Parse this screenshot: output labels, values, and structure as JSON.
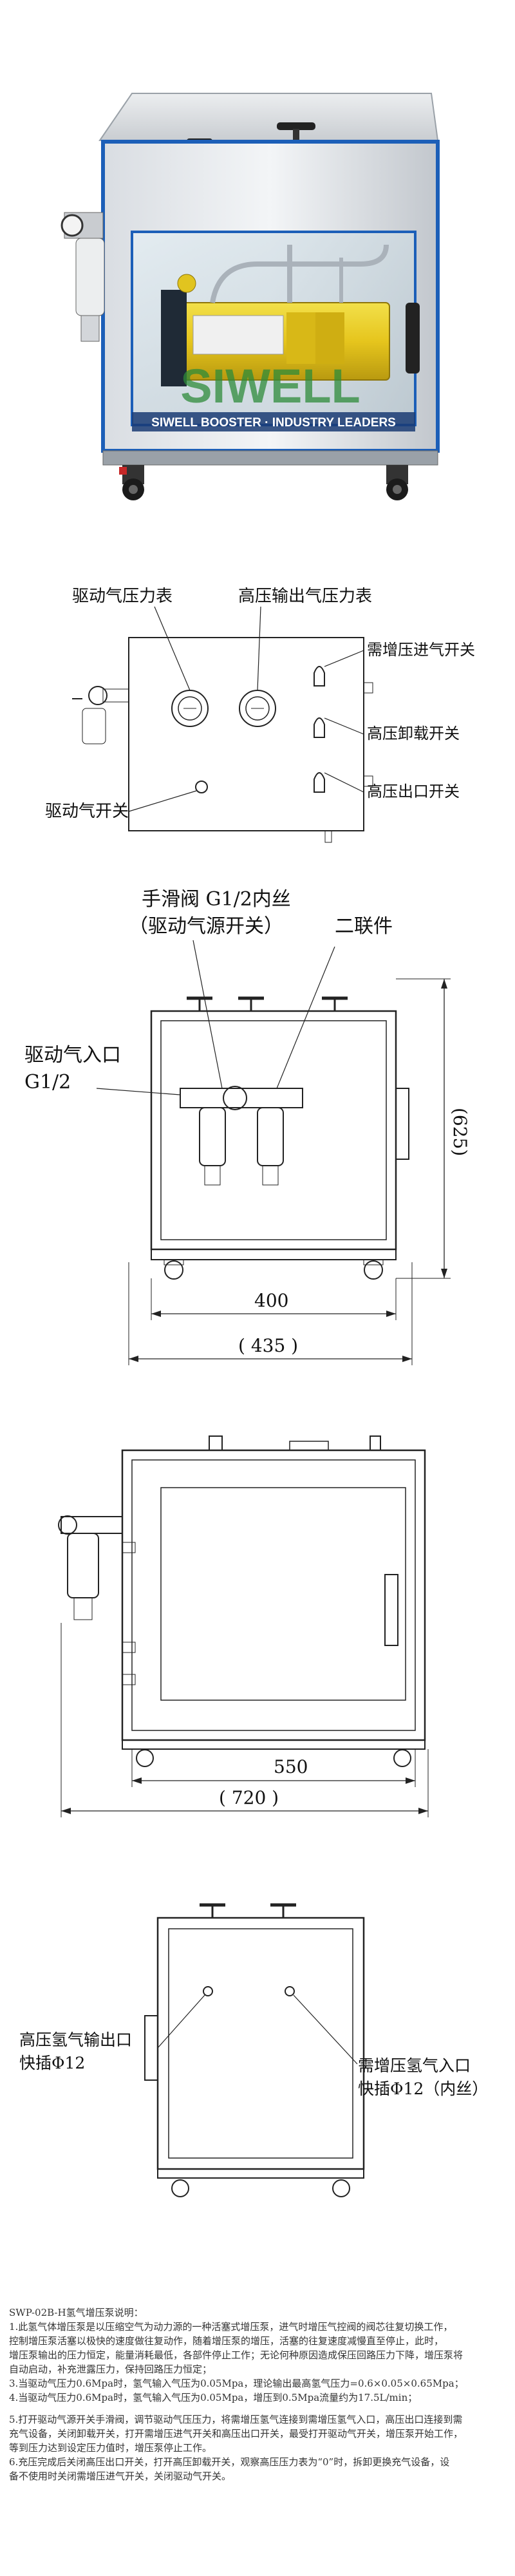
{
  "photo": {
    "brand_text": "SIWELL",
    "banner_text": "SIWELL BOOSTER · INDUSTRY LEADERS"
  },
  "front_panel": {
    "labels": {
      "drive_gauge": "驱动气压力表",
      "output_gauge": "高压输出气压力表",
      "inlet_switch": "需增压进气开关",
      "unload_switch": "高压卸载开关",
      "outlet_switch": "高压出口开关",
      "drive_switch": "驱动气开关"
    }
  },
  "front_view": {
    "labels": {
      "hand_valve_line1": "手滑阀 G1/2内丝",
      "hand_valve_line2": "（驱动气源开关）",
      "frl_unit": "二联件",
      "drive_inlet_line1": "驱动气入口",
      "drive_inlet_line2": "G1/2"
    },
    "dims": {
      "height": "(625)",
      "inner_width": "400",
      "outer_width": "( 435 )"
    }
  },
  "side_view": {
    "dims": {
      "inner_width": "550",
      "outer_width": "( 720 )"
    }
  },
  "rear_view": {
    "labels": {
      "h2_output_line1": "高压氢气输出口",
      "h2_output_line2": "快插Φ12",
      "h2_input_line1": "需增压氢气入口",
      "h2_input_line2": "快插Φ12（内丝）"
    }
  },
  "notes": {
    "title": "SWP-02B-H氢气增压泵说明：",
    "lines": [
      "1.此氢气体增压泵是以压缩空气为动力源的一种活塞式增压泵，进气时增压气控阀的阀芯往复切换工作，",
      "控制增压泵活塞以极快的速度做往复动作，随着增压泵的增压，活塞的往复速度减慢直至停止，此时，",
      "增压泵输出的压力恒定，能量消耗最低，各部件停止工作；无论何种原因造成保压回路压力下降，增压泵将",
      "自动启动，补充泄露压力，保持回路压力恒定；",
      "3.当驱动气压力0.6Mpa时，氢气输入气压为0.05Mpa，理论输出最高氢气压力=0.6×0.05×0.65Mpa；",
      "4.当驱动气压力0.6Mpa时，氢气输入气压为0.05Mpa，增压到0.5Mpa流量约为17.5L/min；"
    ],
    "lines_b": [
      "5.打开驱动气源开关手滑阀，调节驱动气压压力，将需增压氢气连接到需增压氢气入口，高压出口连接到需",
      "充气设备，关闭卸载开关，打开需增压进气开关和高压出口开关，最受打开驱动气开关，增压泵开始工作，",
      "等到压力达到设定压力值时，增压泵停止工作。",
      "6.充压完成后关闭高压出口开关，打开高压卸载开关，观察高压压力表为“0”时，拆卸更换充气设备，设",
      "备不使用时关闭需增压进气开关，关闭驱动气开关。"
    ]
  }
}
